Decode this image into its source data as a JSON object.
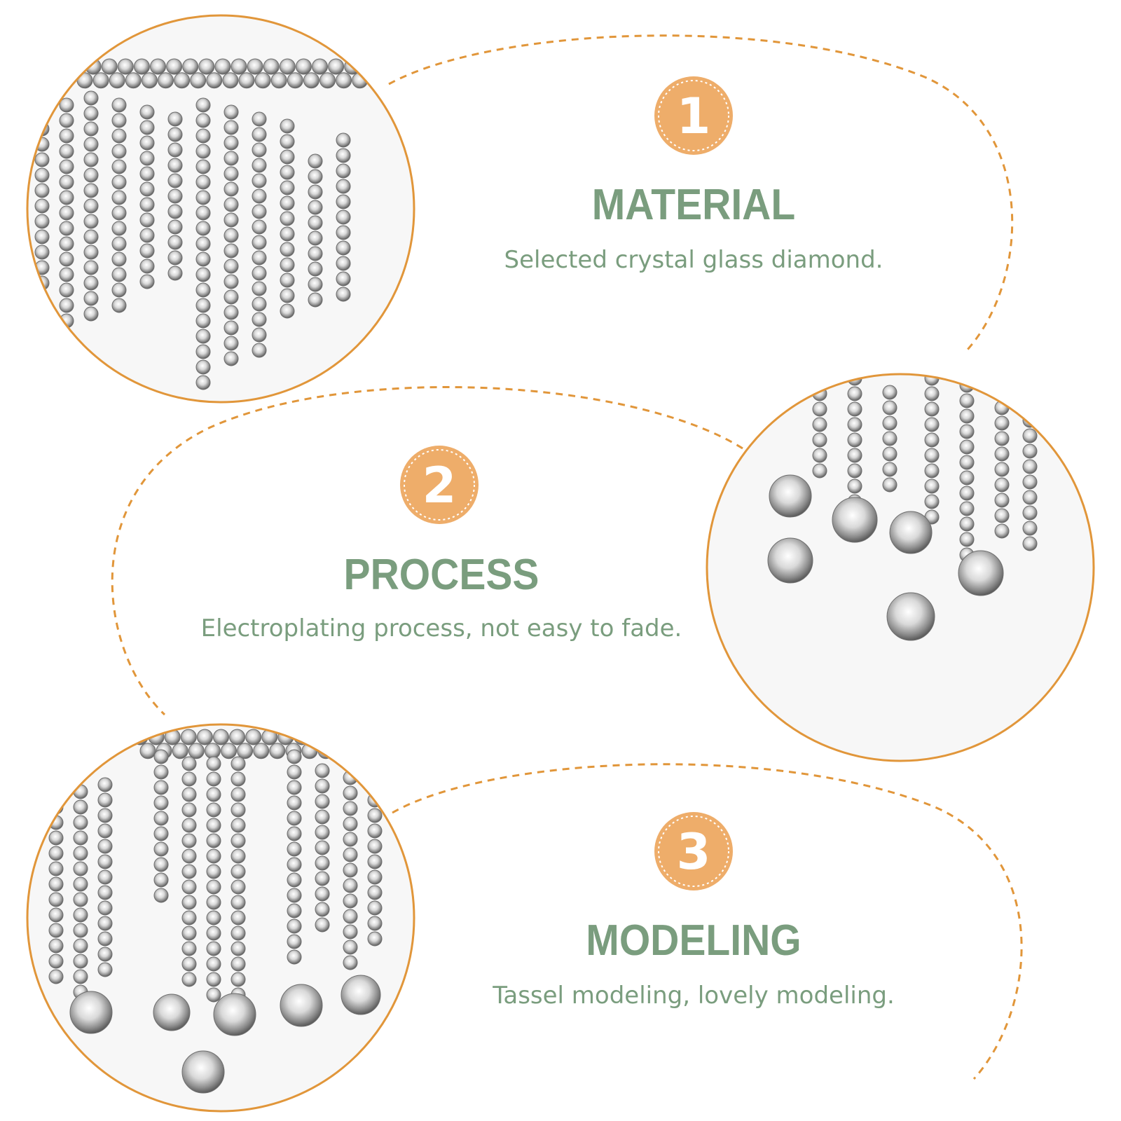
{
  "colors": {
    "accent_orange": "#e1963a",
    "badge_fill": "#eead6a",
    "text_green": "#7a9d7e",
    "background": "#ffffff"
  },
  "features": [
    {
      "number": "1",
      "title": "MATERIAL",
      "description": "Selected crystal glass diamond."
    },
    {
      "number": "2",
      "title": "PROCESS",
      "description": "Electroplating process, not easy to fade."
    },
    {
      "number": "3",
      "title": "MODELING",
      "description": "Tassel modeling, lovely modeling."
    }
  ],
  "images": [
    {
      "name": "rhinestone-fringe-closeup-photo"
    },
    {
      "name": "rhinestone-drops-closeup-photo"
    },
    {
      "name": "rhinestone-tassels-closeup-photo"
    }
  ]
}
